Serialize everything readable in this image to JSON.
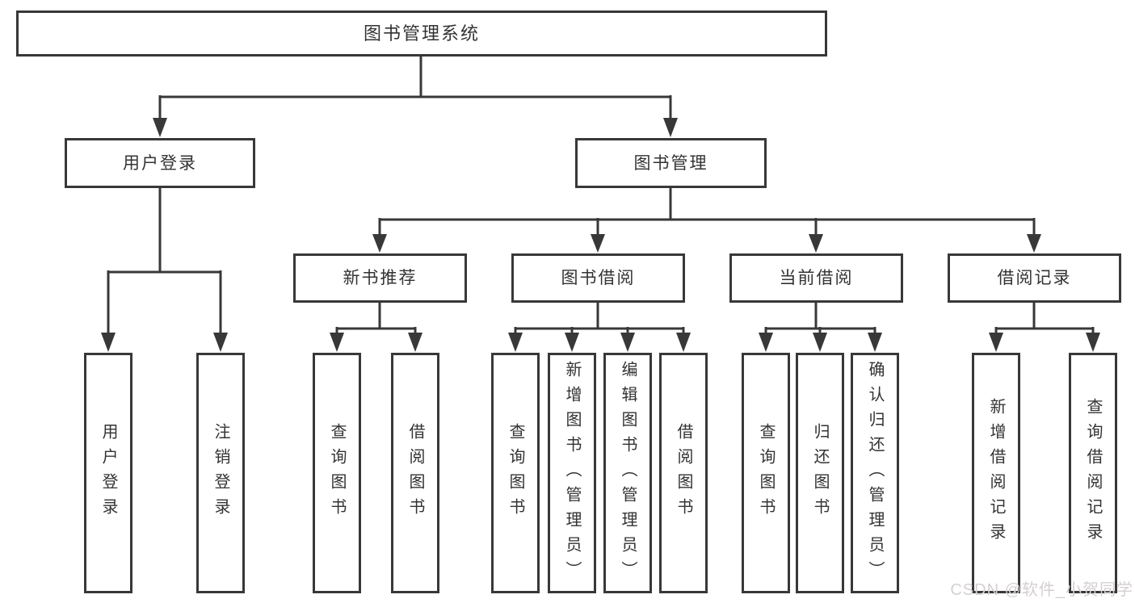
{
  "diagram_title": "图书管理系统",
  "tree": {
    "root": {
      "label": "图书管理系统"
    },
    "branches": [
      {
        "label": "用户登录",
        "children": [
          {
            "label": "用户登录"
          },
          {
            "label": "注销登录"
          }
        ]
      },
      {
        "label": "图书管理",
        "children": [
          {
            "label": "新书推荐",
            "children": [
              {
                "label": "查询图书"
              },
              {
                "label": "借阅图书"
              }
            ]
          },
          {
            "label": "图书借阅",
            "children": [
              {
                "label": "查询图书"
              },
              {
                "label": "新增图书（管理员）"
              },
              {
                "label": "编辑图书（管理员）"
              },
              {
                "label": "借阅图书"
              }
            ]
          },
          {
            "label": "当前借阅",
            "children": [
              {
                "label": "查询图书"
              },
              {
                "label": "归还图书"
              },
              {
                "label": "确认归还（管理员）"
              }
            ]
          },
          {
            "label": "借阅记录",
            "children": [
              {
                "label": "新增借阅记录"
              },
              {
                "label": "查询借阅记录"
              }
            ]
          }
        ]
      }
    ]
  },
  "watermark": {
    "text": "CSDN @软件_小贺同学"
  },
  "colors": {
    "line": "#383838",
    "box_border": "#383838",
    "text": "#333333",
    "box_background": "#ffffff",
    "watermark_text": "#d5cfd3"
  }
}
